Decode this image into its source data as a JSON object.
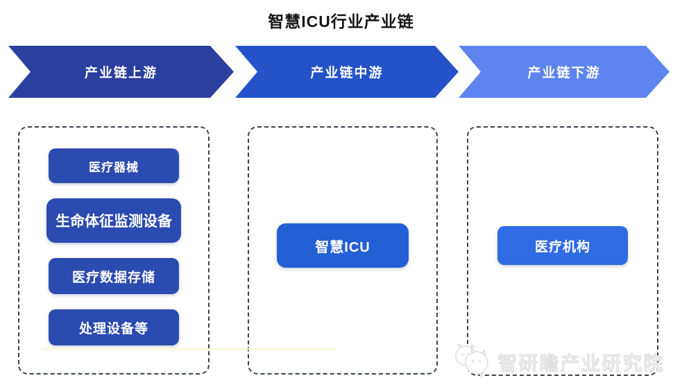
{
  "title": "智慧ICU行业产业链",
  "stages": [
    {
      "label": "产业链上游",
      "arrow_color": "#2b3f9e",
      "item_color": "#2c4bb0",
      "items": [
        "医疗器械",
        "生命体征监测设备",
        "医疗数据存储",
        "处理设备等"
      ]
    },
    {
      "label": "产业链中游",
      "arrow_color": "#2453c9",
      "item_color": "#2360d5",
      "items": [
        "智慧ICU"
      ]
    },
    {
      "label": "产业链下游",
      "arrow_color": "#5e85ef",
      "item_color": "#2f6be2",
      "items": [
        "医疗机构"
      ]
    }
  ],
  "watermark": {
    "text": "智研瞻产业研究院",
    "logo_icon": "mascot-logo-icon"
  }
}
